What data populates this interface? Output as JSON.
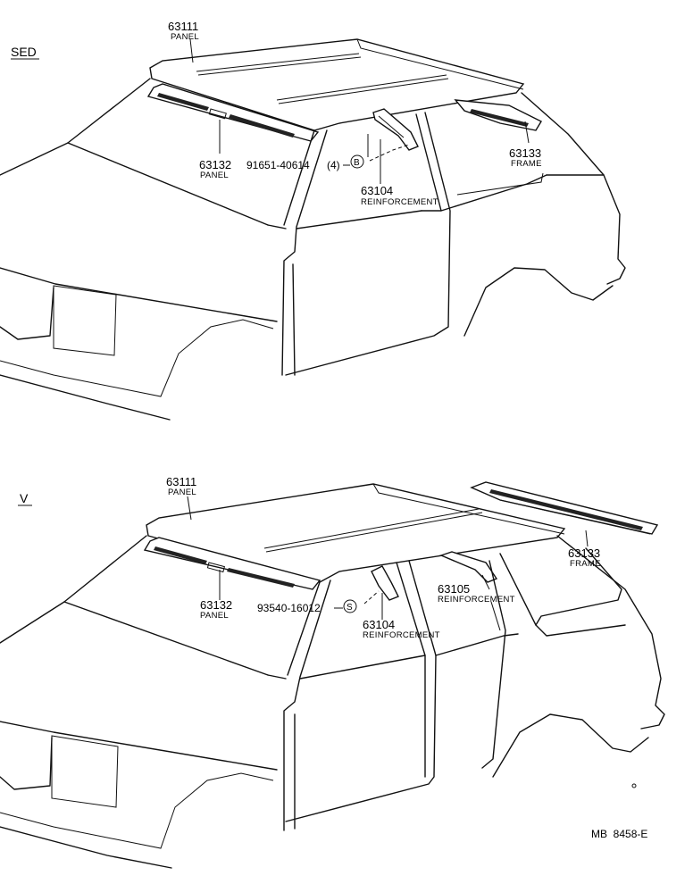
{
  "sections": {
    "top": {
      "label": "SED",
      "parts": {
        "roof_panel": {
          "number": "63111",
          "name": "PANEL"
        },
        "windshield_panel": {
          "number": "63132",
          "name": "PANEL"
        },
        "clip": {
          "number": "91651-40614",
          "qty": "(4)",
          "symbol": "B"
        },
        "reinforcement": {
          "number": "63104",
          "name": "REINFORCEMENT"
        },
        "frame": {
          "number": "63133",
          "name": "FRAME"
        }
      }
    },
    "bottom": {
      "label": "V",
      "parts": {
        "roof_panel": {
          "number": "63111",
          "name": "PANEL"
        },
        "windshield_panel": {
          "number": "63132",
          "name": "PANEL"
        },
        "sealer": {
          "number": "93540-16012",
          "symbol": "S"
        },
        "reinforcement_front": {
          "number": "63104",
          "name": "REINFORCEMENT"
        },
        "reinforcement_rear": {
          "number": "63105",
          "name": "REINFORCEMENT"
        },
        "frame": {
          "number": "63133",
          "name": "FRAME"
        }
      }
    }
  },
  "drawing_code": "MB  8458-E"
}
